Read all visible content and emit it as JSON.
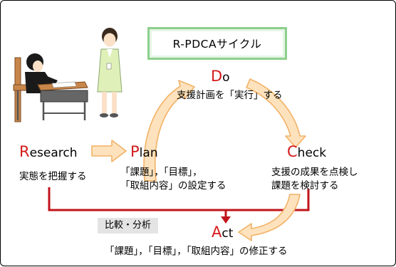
{
  "title": "R-PDCAサイクル",
  "research": {
    "initial": "R",
    "rest": "esearch",
    "description": "実態を把握する"
  },
  "plan": {
    "initial": "P",
    "rest": "lan",
    "description_lines": [
      "「課題」，「目標」，",
      "「取組内容」の設定する"
    ]
  },
  "do": {
    "initial": "D",
    "rest": "o",
    "description": "支援計画を「実行」する"
  },
  "check": {
    "initial": "C",
    "rest": "heck",
    "description_lines": [
      "支援の成果を点検し",
      "課題を検討する"
    ]
  },
  "act": {
    "initial": "A",
    "rest": "ct",
    "description": "「課題」，「目標」，「取組内容」の修正する"
  },
  "compare_label": "比較・分析",
  "colors": {
    "cycle_arrow_fill": "#fde2bd",
    "cycle_arrow_stroke": "#f2b266",
    "feedback_line": "#c0141a",
    "step_initial": "#d41a1a",
    "title_border": "#8ccf8c"
  },
  "icons": {
    "student": "student-at-desk-icon",
    "teacher": "teacher-icon"
  }
}
